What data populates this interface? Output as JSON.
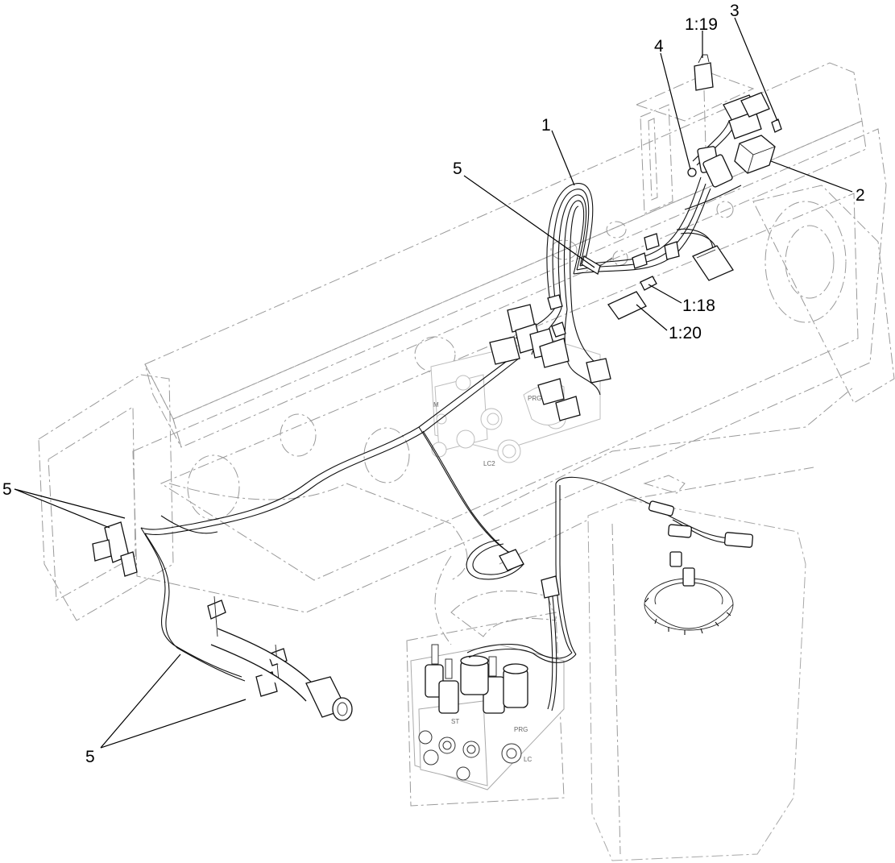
{
  "callouts": [
    {
      "id": "c-1",
      "text": "1"
    },
    {
      "id": "c-2",
      "text": "2"
    },
    {
      "id": "c-3",
      "text": "3"
    },
    {
      "id": "c-4",
      "text": "4"
    },
    {
      "id": "c-5a",
      "text": "5"
    },
    {
      "id": "c-5b",
      "text": "5"
    },
    {
      "id": "c-5c",
      "text": "5"
    },
    {
      "id": "c-1-18",
      "text": "1:18"
    },
    {
      "id": "c-1-19",
      "text": "1:19"
    },
    {
      "id": "c-1-20",
      "text": "1:20"
    }
  ],
  "valve_markings": {
    "upper_p": "PRG",
    "upper_lc": "LC2",
    "upper_m": "M",
    "lower_prg": "PRG",
    "lower_lc": "LC",
    "lower_st": "ST"
  }
}
